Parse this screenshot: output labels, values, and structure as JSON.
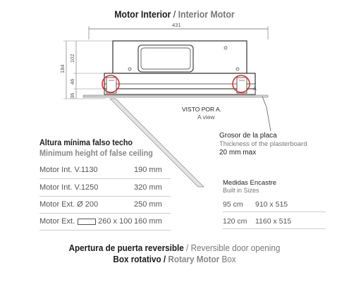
{
  "title": {
    "main": "Motor Interior",
    "sep": " / ",
    "sub": "Interior Motor"
  },
  "drawing": {
    "width_dim": "431",
    "height_dims": [
      "184",
      "102",
      "46",
      "36"
    ],
    "view_label": "VISTO POR A.",
    "view_sub": "A view",
    "marker": "A"
  },
  "plate": {
    "title": "Grosor de la placa",
    "subtitle": "Thickness of the plasterboard",
    "value": "20 mm max"
  },
  "min_height": {
    "title": "Altura mínima falso techo",
    "subtitle": "Minimum height of false ceiling",
    "rows": [
      {
        "name": "Motor Int. V.1130",
        "value": "190 mm"
      },
      {
        "name": "Motor Int. V.1250",
        "value": "320 mm"
      },
      {
        "name": "Motor Ext. Ø 200",
        "value": "250 mm"
      },
      {
        "name": "Motor Ext.",
        "suffix": "260 x 100",
        "value": "160 mm"
      }
    ]
  },
  "builtin": {
    "title": "Medidas Encastre",
    "subtitle": "Built in Sizes",
    "rows": [
      {
        "size": "95 cm",
        "dims": "910 x 515"
      },
      {
        "size": "120 cm",
        "dims": "1160 x 515"
      }
    ]
  },
  "bottom": {
    "line1_bold": "Apertura de puerta reversible",
    "line1_sep": " / ",
    "line1_grey": "Reversible door opening",
    "line2_bold": "Box rotativo",
    "line2_sep": " / ",
    "line2_grey_bold": "Rotary Motor",
    "line2_grey": " Box"
  },
  "colors": {
    "accent_red": "#d9302c",
    "line": "#444444",
    "hatch": "#999999"
  }
}
